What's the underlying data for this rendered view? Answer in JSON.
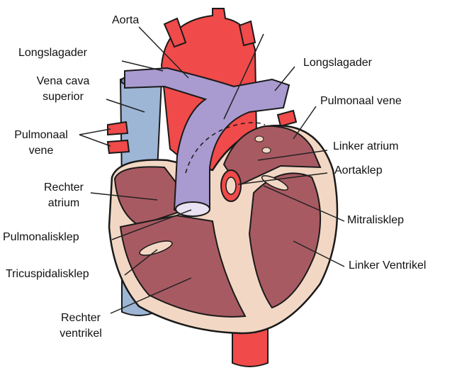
{
  "colors": {
    "outline": "#1a1a1a",
    "artery": "#f04a4a",
    "pulmonary_artery": "#a99ad0",
    "vena_cava": "#9db6d6",
    "chamber": "#a85a62",
    "heart_wall": "#f2d8c4",
    "leader": "#222222"
  },
  "labels": {
    "aorta": "Aorta",
    "longslagader_left": "Longslagader",
    "vena_cava_l1": "Vena cava",
    "vena_cava_l2": "superior",
    "pulmonaal_vene_left_l1": "Pulmonaal",
    "pulmonaal_vene_left_l2": "vene",
    "rechter_atrium_l1": "Rechter",
    "rechter_atrium_l2": "atrium",
    "pulmonalisklep": "Pulmonalisklep",
    "tricuspidalisklep": "Tricuspidalisklep",
    "rechter_ventrikel_l1": "Rechter",
    "rechter_ventrikel_l2": "ventrikel",
    "longslagader_right": "Longslagader",
    "pulmonaal_vene_right": "Pulmonaal vene",
    "linker_atrium": "Linker atrium",
    "aortaklep": "Aortaklep",
    "mitralisklep": "Mitralisklep",
    "linker_ventrikel": "Linker Ventrikel"
  }
}
